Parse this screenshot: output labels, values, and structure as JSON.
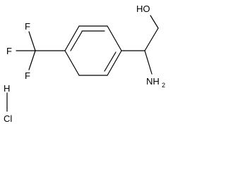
{
  "molecule": {
    "atoms": {
      "hydroxyl": "HO",
      "amine_main": "NH",
      "amine_sub": "2",
      "fluorine_top": "F",
      "fluorine_left": "F",
      "fluorine_bottom": "F",
      "hydrogen": "H",
      "chlorine": "Cl"
    }
  },
  "colors": {
    "bond": "#000000",
    "label": "#000000",
    "background": "#ffffff"
  }
}
